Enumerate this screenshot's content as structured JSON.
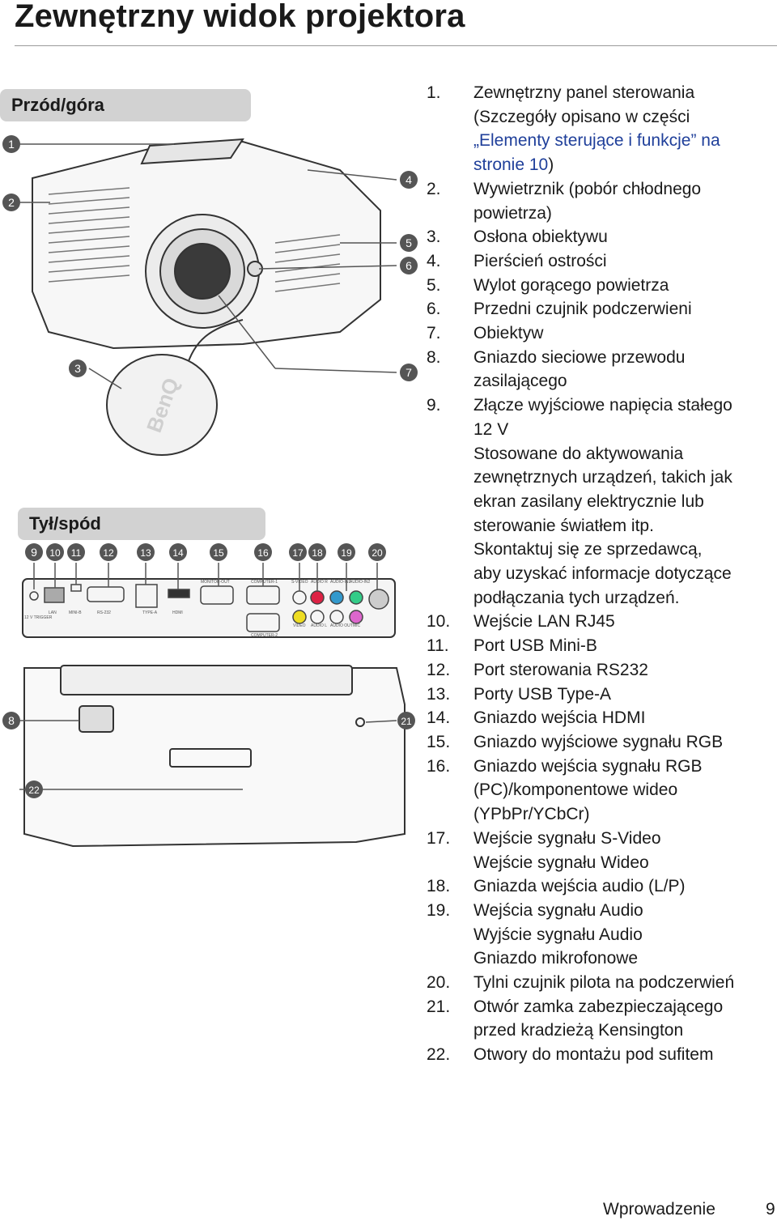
{
  "page": {
    "title": "Zewnętrzny widok projektora",
    "section_front": "Przód/góra",
    "section_back": "Tył/spód",
    "footer_label": "Wprowadzenie",
    "footer_page": "9"
  },
  "figure": {
    "brand": "BenQ",
    "callouts": [
      "1",
      "2",
      "3",
      "4",
      "5",
      "6",
      "7",
      "8",
      "9",
      "10",
      "11",
      "12",
      "13",
      "14",
      "15",
      "16",
      "17",
      "18",
      "19",
      "20",
      "21",
      "22"
    ],
    "panel_labels": {
      "trigger": "12 V TRIGGER",
      "lan": "LAN",
      "mini_b": "MINI-B",
      "rs232": "RS-232",
      "typea": "TYPE-A",
      "hdmi": "HDMI",
      "monitor_out": "MONITOR-OUT",
      "computer1": "COMPUTER-1",
      "computer2": "COMPUTER-2",
      "svideo": "S-VIDEO",
      "audio_r": "AUDIO R",
      "audio_in": "AUDIO-IN1",
      "audio_in2": "AUDIO-IN2",
      "video": "VIDEO",
      "audio_l": "AUDIO L",
      "audio_out": "AUDIO OUT",
      "mic": "MIC"
    }
  },
  "items": [
    {
      "n": "1.",
      "lines": [
        "Zewnętrzny panel sterowania",
        "(Szczegóły opisano w części"
      ],
      "link_lines": [
        "„Elementy sterujące i funkcje” na",
        "stronie 10"
      ],
      "tail": ")"
    },
    {
      "n": "2.",
      "lines": [
        "Wywietrznik (pobór chłodnego",
        "powietrza)"
      ]
    },
    {
      "n": "3.",
      "lines": [
        "Osłona obiektywu"
      ]
    },
    {
      "n": "4.",
      "lines": [
        "Pierścień ostrości"
      ]
    },
    {
      "n": "5.",
      "lines": [
        "Wylot gorącego powietrza"
      ]
    },
    {
      "n": "6.",
      "lines": [
        "Przedni czujnik podczerwieni"
      ]
    },
    {
      "n": "7.",
      "lines": [
        "Obiektyw"
      ]
    },
    {
      "n": "8.",
      "lines": [
        "Gniazdo sieciowe przewodu",
        "zasilającego"
      ]
    },
    {
      "n": "9.",
      "lines": [
        "Złącze wyjściowe napięcia stałego",
        "12 V",
        "Stosowane do aktywowania",
        "zewnętrznych urządzeń, takich jak",
        "ekran zasilany elektrycznie lub",
        "sterowanie światłem itp.",
        "Skontaktuj się ze sprzedawcą,",
        "aby uzyskać informacje dotyczące",
        "podłączania tych urządzeń."
      ]
    },
    {
      "n": "10.",
      "lines": [
        "Wejście LAN RJ45"
      ]
    },
    {
      "n": "11.",
      "lines": [
        "Port USB Mini-B"
      ]
    },
    {
      "n": "12.",
      "lines": [
        "Port sterowania RS232"
      ]
    },
    {
      "n": "13.",
      "lines": [
        "Porty USB Type-A"
      ]
    },
    {
      "n": "14.",
      "lines": [
        "Gniazdo wejścia HDMI"
      ]
    },
    {
      "n": "15.",
      "lines": [
        "Gniazdo wyjściowe sygnału RGB"
      ]
    },
    {
      "n": "16.",
      "lines": [
        "Gniazdo wejścia sygnału RGB",
        "(PC)/komponentowe wideo",
        "(YPbPr/YCbCr)"
      ]
    },
    {
      "n": "17.",
      "lines": [
        "Wejście sygnału S-Video",
        "Wejście sygnału Wideo"
      ]
    },
    {
      "n": "18.",
      "lines": [
        "Gniazda wejścia audio (L/P)"
      ]
    },
    {
      "n": "19.",
      "lines": [
        "Wejścia sygnału Audio",
        "Wyjście sygnału Audio",
        "Gniazdo mikrofonowe"
      ]
    },
    {
      "n": "20.",
      "lines": [
        "Tylni czujnik pilota na podczerwień"
      ]
    },
    {
      "n": "21.",
      "lines": [
        "Otwór zamka zabezpieczającego",
        "przed kradzieżą Kensington"
      ]
    },
    {
      "n": "22.",
      "lines": [
        "Otwory do montażu pod sufitem"
      ]
    }
  ]
}
